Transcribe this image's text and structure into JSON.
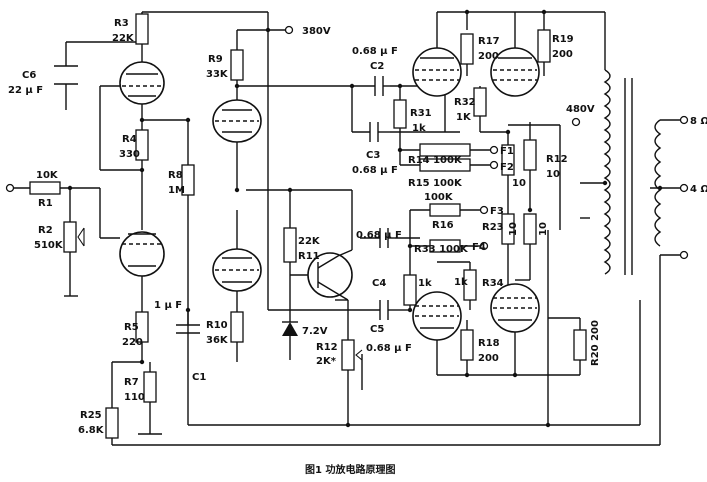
{
  "labels": {
    "r3": "R3",
    "r3_val": "22K",
    "c6": "C6",
    "c6_val": "22 μ F",
    "r4": "R4",
    "r4_val": "330",
    "r9": "R9",
    "r9_val": "33K",
    "b_plus": "380V",
    "r8": "R8",
    "r8_val": "1M",
    "r10": "R10",
    "r10_val": "36K",
    "c1": "C1",
    "c1_val": "1 μ F",
    "r5": "R5",
    "r5_val": "220",
    "r7": "R7",
    "r7_val": "110",
    "r25": "R25",
    "r25_val": "6.8K",
    "r1_val": "10K",
    "r1": "R1",
    "r2": "R2",
    "r2_val": "510K",
    "c2_val": "0.68 μ F",
    "c2": "C2",
    "c3": "C3",
    "c3_val": "0.68 μ F",
    "r31": "R31",
    "r31_val": "1k",
    "r32": "R32",
    "r32_val": "1K",
    "r14": "R14 100K",
    "r15": "R15 100K",
    "f1": "F1",
    "f2": "F2",
    "f3": "F3",
    "f4": "F4",
    "r17": "R17",
    "r17_val": "200",
    "r19": "R19",
    "r19_val": "200",
    "v480": "480V",
    "r12": "R12",
    "r12_val": "10",
    "r10_left": "10",
    "r23": "R23",
    "r23a_val": "10",
    "r23b_val": "10",
    "r16_val": "100K",
    "r16": "R16",
    "r33": "R33 100K",
    "c4_val": "0.68 μ F",
    "c4": "C4",
    "c5": "C5",
    "c5_val": "0.68 μ F",
    "r11_val": "22K",
    "r11": "R11",
    "zener": "7.2V",
    "r12b": "R12",
    "r12b_val": "2K*",
    "r_1k_a": "1k",
    "r_1k_b": "1k",
    "r34": "R34",
    "r18": "R18",
    "r18_val": "200",
    "r20": "R20 200",
    "ohm8": "8 Ω",
    "ohm4": "4 Ω",
    "caption": "图1 功放电路原理图"
  }
}
